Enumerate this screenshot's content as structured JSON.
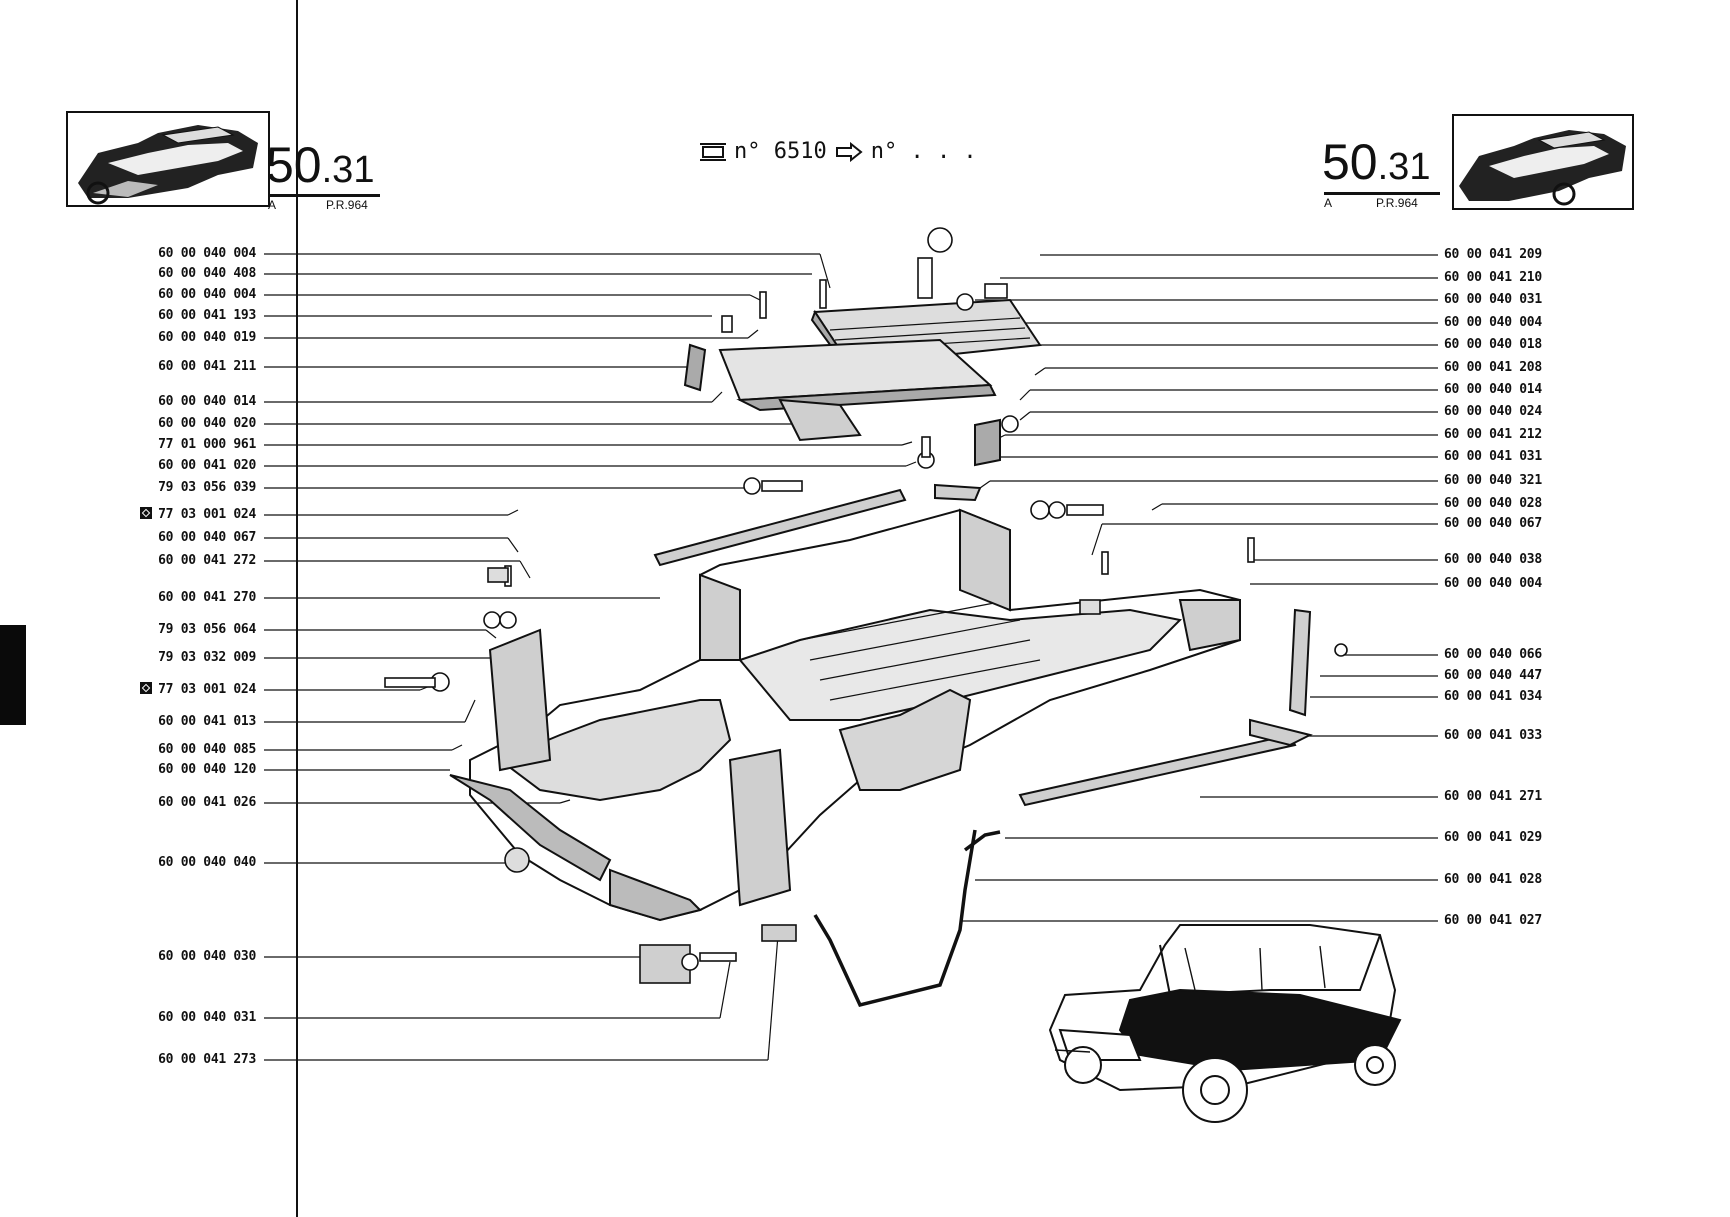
{
  "header": {
    "section_main": "50",
    "section_sub": ".31",
    "col_a": "A",
    "pr_code": "P.R.964",
    "serial_prefix": "n° 6510",
    "serial_suffix": "n° . . ."
  },
  "left_refs": [
    {
      "text": "60 00 040 004"
    },
    {
      "text": "60 00 040 408"
    },
    {
      "text": "60 00 040 004"
    },
    {
      "text": "60 00 041 193"
    },
    {
      "text": "60 00 040 019"
    },
    {
      "text": "60 00 041 211"
    },
    {
      "text": "60 00 040 014"
    },
    {
      "text": "60 00 040 020"
    },
    {
      "text": "77 01 000 961"
    },
    {
      "text": "60 00 041 020"
    },
    {
      "text": "79 03 056 039"
    },
    {
      "text": "77 03 001 024",
      "marked": true
    },
    {
      "text": "60 00 040 067"
    },
    {
      "text": "60 00 041 272"
    },
    {
      "text": "60 00 041 270"
    },
    {
      "text": "79 03 056 064"
    },
    {
      "text": "79 03 032 009"
    },
    {
      "text": "77 03 001 024",
      "marked": true
    },
    {
      "text": "60 00 041 013"
    },
    {
      "text": "60 00 040 085"
    },
    {
      "text": "60 00 040 120"
    },
    {
      "text": "60 00 041 026"
    },
    {
      "text": "60 00 040 040"
    },
    {
      "text": "60 00 040 030"
    },
    {
      "text": "60 00 040 031"
    },
    {
      "text": "60 00 041 273"
    }
  ],
  "right_refs": [
    {
      "text": "60 00 041 209"
    },
    {
      "text": "60 00 041 210"
    },
    {
      "text": "60 00 040 031"
    },
    {
      "text": "60 00 040 004"
    },
    {
      "text": "60 00 040 018"
    },
    {
      "text": "60 00 041 208"
    },
    {
      "text": "60 00 040 014"
    },
    {
      "text": "60 00 040 024"
    },
    {
      "text": "60 00 041 212"
    },
    {
      "text": "60 00 041 031"
    },
    {
      "text": "60 00 040 321"
    },
    {
      "text": "60 00 040 028"
    },
    {
      "text": "60 00 040 067"
    },
    {
      "text": "60 00 040 038"
    },
    {
      "text": "60 00 040 004"
    },
    {
      "text": "60 00 040 066"
    },
    {
      "text": "60 00 040 447"
    },
    {
      "text": "60 00 041 034"
    },
    {
      "text": "60 00 041 033"
    },
    {
      "text": "60 00 041 271"
    },
    {
      "text": "60 00 041 029"
    },
    {
      "text": "60 00 041 028"
    },
    {
      "text": "60 00 041 027"
    }
  ],
  "colors": {
    "ink": "#111111",
    "paper": "#ffffff"
  }
}
